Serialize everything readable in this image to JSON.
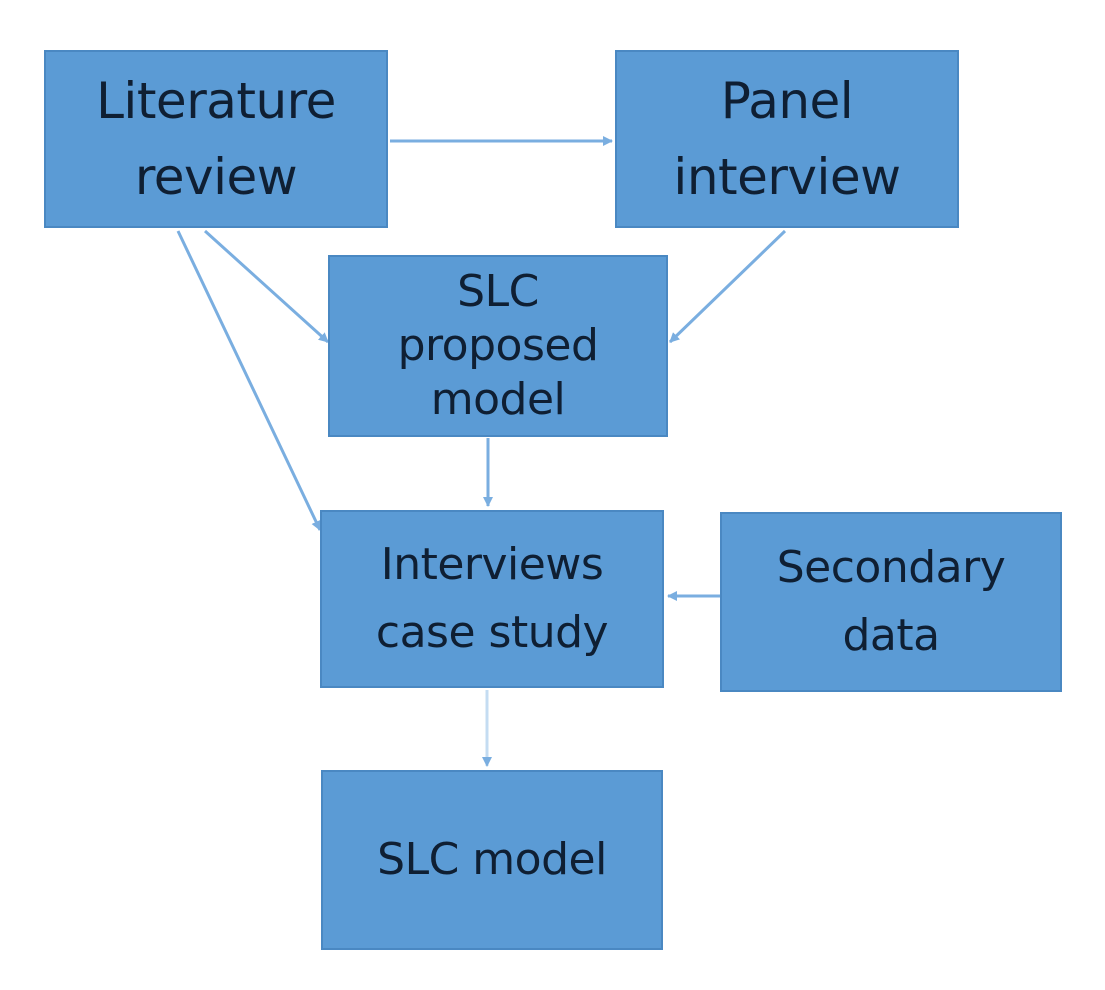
{
  "colors": {
    "box_fill": "#5b9bd5",
    "box_border": "#4a88c2",
    "connector": "#7aaee0",
    "text": "#0f1f33"
  },
  "nodes": {
    "literature": {
      "lines": [
        "Literature",
        "review"
      ]
    },
    "panel": {
      "lines": [
        "Panel",
        "interview"
      ]
    },
    "proposed": {
      "lines": [
        "SLC",
        "proposed",
        "model"
      ]
    },
    "interviews": {
      "lines": [
        "Interviews",
        "case study"
      ]
    },
    "secondary": {
      "lines": [
        "Secondary",
        "data"
      ]
    },
    "final": {
      "lines": [
        "SLC model"
      ]
    }
  },
  "edges": [
    {
      "from": "literature",
      "to": "panel"
    },
    {
      "from": "literature",
      "to": "proposed"
    },
    {
      "from": "literature",
      "to": "interviews"
    },
    {
      "from": "panel",
      "to": "proposed"
    },
    {
      "from": "proposed",
      "to": "interviews"
    },
    {
      "from": "secondary",
      "to": "interviews"
    },
    {
      "from": "interviews",
      "to": "final"
    }
  ]
}
